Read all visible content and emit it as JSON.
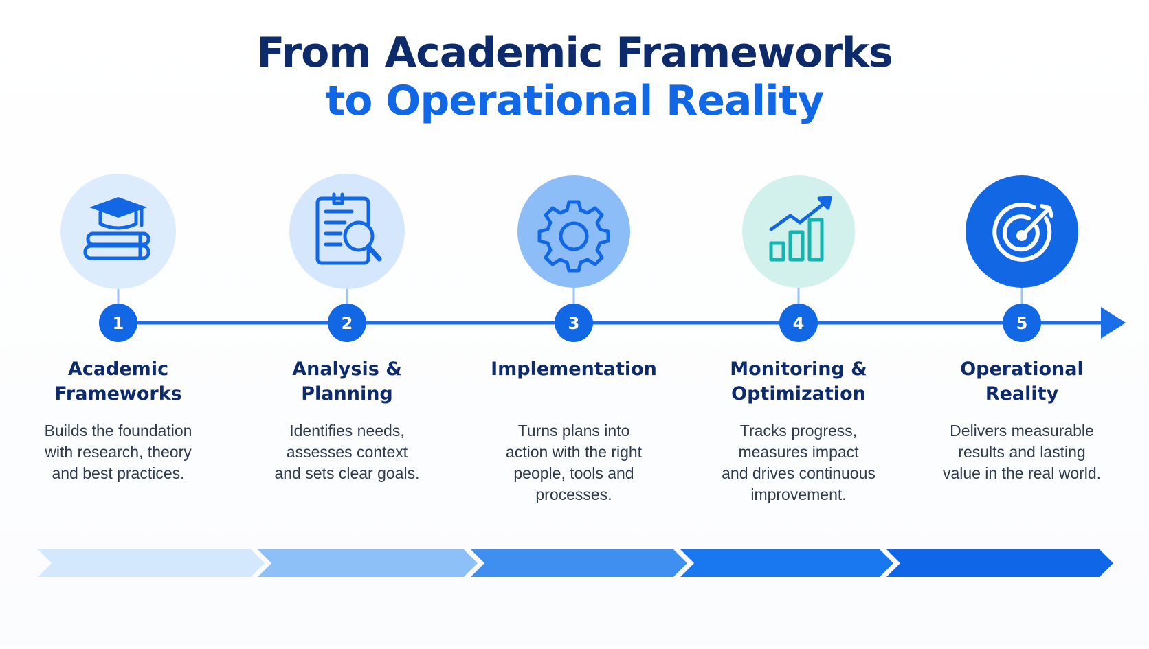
{
  "title": {
    "line1": "From Academic Frameworks",
    "line2": "to Operational Reality"
  },
  "colors": {
    "title_dark": "#0d2a6b",
    "title_accent": "#1068e6",
    "timeline": "#1a6fe8"
  },
  "steps": [
    {
      "number": "1",
      "icon": "graduation-cap-books-icon",
      "title": "Academic\nFrameworks",
      "description": "Builds the foundation\nwith research, theory\nand best practices."
    },
    {
      "number": "2",
      "icon": "document-search-icon",
      "title": "Analysis &\nPlanning",
      "description": "Identifies needs,\nassesses context\nand sets clear goals."
    },
    {
      "number": "3",
      "icon": "gear-icon",
      "title": "Implementation",
      "description": "Turns plans into\naction with the right\npeople, tools and\nprocesses."
    },
    {
      "number": "4",
      "icon": "growth-chart-icon",
      "title": "Monitoring &\nOptimization",
      "description": "Tracks progress,\nmeasures impact\nand drives continuous\nimprovement."
    },
    {
      "number": "5",
      "icon": "target-icon",
      "title": "Operational\nReality",
      "description": "Delivers measurable\nresults and lasting\nvalue in the real world."
    }
  ]
}
